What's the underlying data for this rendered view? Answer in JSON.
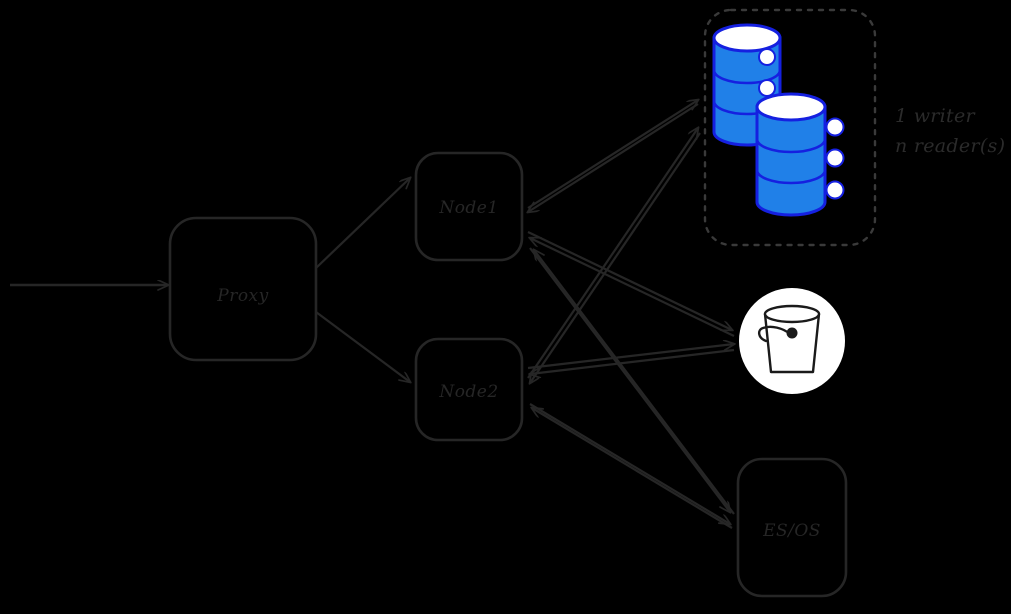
{
  "diagram": {
    "background_color": "#000000",
    "stroke_color": "#262626",
    "db_fill_color": "#2080e8",
    "db_stroke_color": "#1520e0",
    "db_top_color": "#ffffff",
    "bucket_circle_color": "#ffffff",
    "nodes": {
      "proxy": {
        "label": "Proxy"
      },
      "node1": {
        "label": "Node1"
      },
      "node2": {
        "label": "Node2"
      },
      "esos": {
        "label": "ES/OS"
      }
    },
    "database_group": {
      "annotation_line1": "1 writer",
      "annotation_line2": "n reader(s)",
      "icon_name": "database-cylinders"
    },
    "object_store": {
      "icon_name": "bucket-icon"
    },
    "ingress": {
      "icon_name": "incoming-arrow"
    }
  }
}
